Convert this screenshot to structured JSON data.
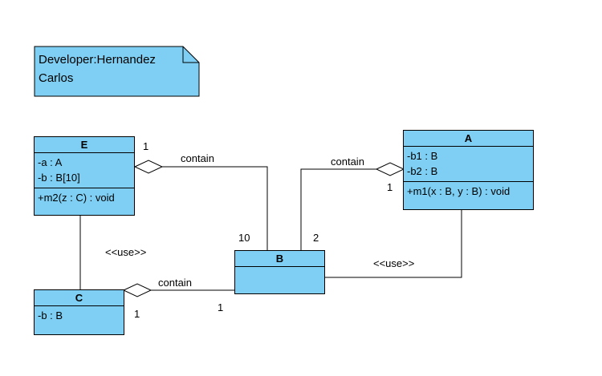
{
  "note": {
    "line1": "Developer:Hernandez",
    "line2": "Carlos"
  },
  "classes": {
    "E": {
      "name": "E",
      "attributes": [
        "-a : A",
        "-b : B[10]"
      ],
      "operations": [
        "+m2(z : C) : void"
      ]
    },
    "A": {
      "name": "A",
      "attributes": [
        "-b1 : B",
        "-b2 : B"
      ],
      "operations": [
        "+m1(x : B, y : B) : void"
      ]
    },
    "B": {
      "name": "B"
    },
    "C": {
      "name": "C",
      "attributes": [
        "-b : B"
      ]
    }
  },
  "associations": {
    "e_b": {
      "label": "contain",
      "mult_e": "1",
      "mult_b": "10"
    },
    "a_b": {
      "label": "contain",
      "mult_a": "1",
      "mult_b": "2"
    },
    "c_b": {
      "label": "contain",
      "mult_c": "1",
      "mult_b": "1"
    },
    "e_c": {
      "label": "<<use>>"
    },
    "b_a": {
      "label": "<<use>>"
    }
  },
  "colors": {
    "class_fill": "#7ecff3",
    "line": "#000000"
  }
}
